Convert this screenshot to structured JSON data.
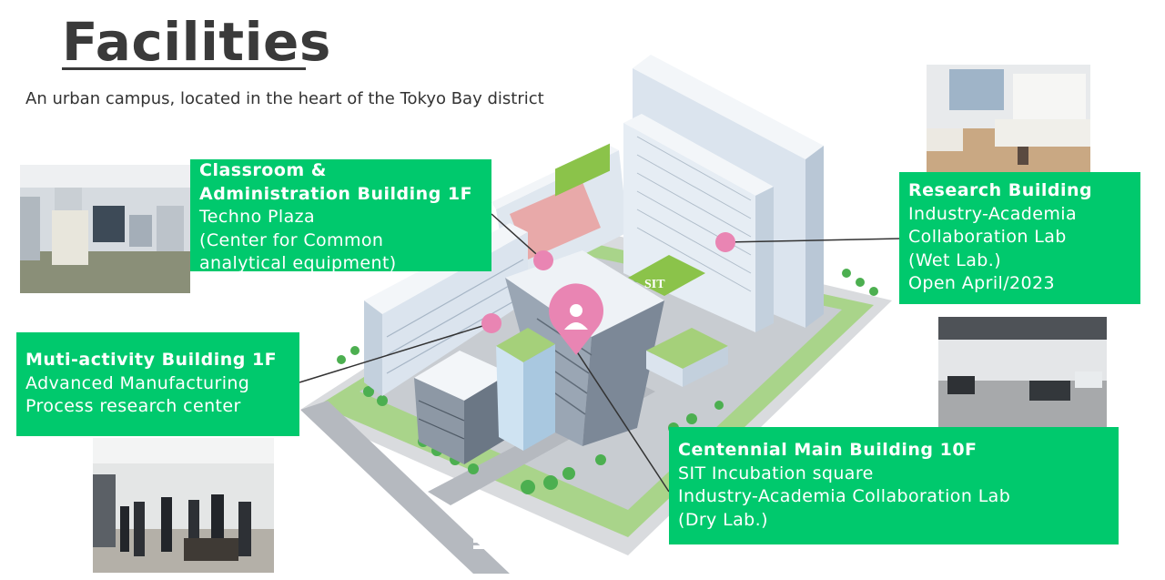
{
  "page": {
    "title": "Facilities",
    "subtitle": "An urban campus, located in the heart of the Tokyo Bay district"
  },
  "colors": {
    "label_bg": "#00c96d",
    "pin": "#e985b3",
    "title": "#3a3a3a"
  },
  "campus": {
    "sign": "SIT"
  },
  "labels": {
    "classroom": {
      "heading": [
        "Classroom &",
        "Administration Building 1F"
      ],
      "lines": [
        "Techno Plaza",
        "(Center for Common",
        "analytical equipment)"
      ]
    },
    "research": {
      "heading": [
        "Research Building"
      ],
      "lines": [
        "Industry-Academia",
        "Collaboration  Lab",
        "(Wet Lab.)",
        "Open April/2023"
      ]
    },
    "multi": {
      "heading": [
        "Muti-activity  Building  1F"
      ],
      "lines": [
        "Advanced Manufacturing",
        "Process research center"
      ]
    },
    "centennial": {
      "heading": [
        "Centennial  Main  Building  10F"
      ],
      "lines": [
        "SIT  Incubation  square",
        "Industry-Academia  Collaboration  Lab",
        "(Dry Lab.)"
      ]
    }
  },
  "icons": {
    "location_pin": "location-pin-with-person-icon",
    "dot": "pink-dot-marker"
  }
}
